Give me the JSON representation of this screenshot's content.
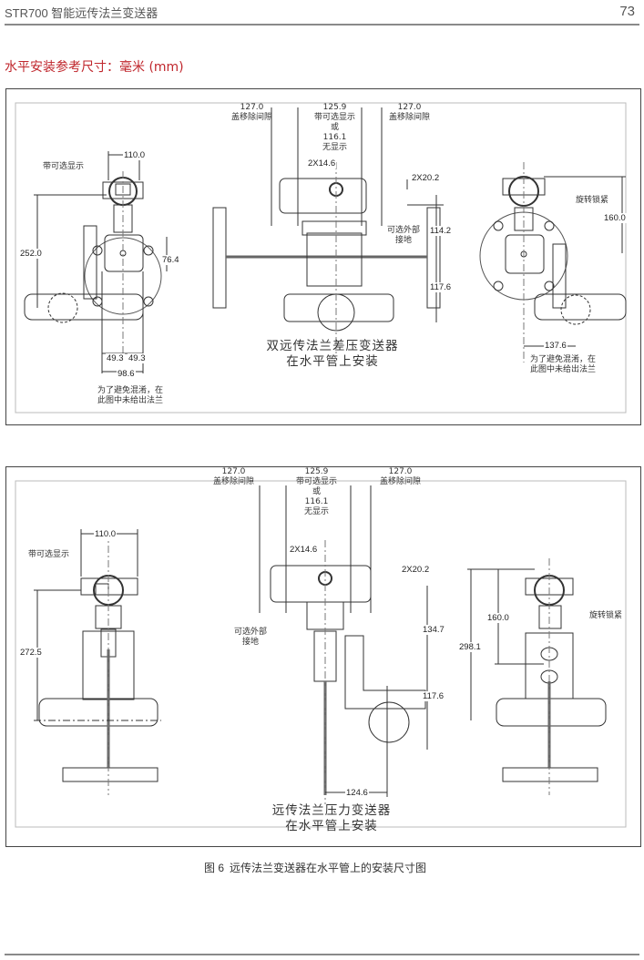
{
  "header": {
    "title": "STR700 智能远传法兰变送器",
    "page_number": "73"
  },
  "section_title": "水平安装参考尺寸：毫米 (mm)",
  "figure1": {
    "caption_line1": "双远传法兰差压变送器",
    "caption_line2": "在水平管上安装",
    "left_view": {
      "width_dim": "110.0",
      "display_note": "带可选显示",
      "height_dim": "252.0",
      "flange_dim": "76.4",
      "half_dim_left": "49.3",
      "half_dim_right": "49.3",
      "total_dim": "98.6",
      "note_line1": "为了避免混淆，在",
      "note_line2": "此图中未给出法兰"
    },
    "center_view": {
      "cover_left_dim": "127.0",
      "cover_left_note": "盖移除间隙",
      "width_dim": "125.9",
      "width_note1": "带可选显示",
      "width_note2": "或",
      "width_alt_dim": "116.1",
      "width_note3": "无显示",
      "cover_right_dim": "127.0",
      "cover_right_note": "盖移除间隙",
      "conduit_dim": "2X14.6",
      "conduit_height_dim": "2X20.2",
      "ground_note_line1": "可选外部",
      "ground_note_line2": "接地",
      "upper_dim": "114.2",
      "lower_dim": "117.6"
    },
    "right_view": {
      "rotation_note": "旋转锁紧",
      "height_dim": "160.0",
      "offset_dim": "137.6",
      "note_line1": "为了避免混淆，在",
      "note_line2": "此图中未给出法兰"
    }
  },
  "figure2": {
    "caption_line1": "远传法兰压力变送器",
    "caption_line2": "在水平管上安装",
    "left_view": {
      "width_dim": "110.0",
      "display_note": "带可选显示",
      "height_dim": "272.5"
    },
    "center_view": {
      "cover_left_dim": "127.0",
      "cover_left_note": "盖移除间隙",
      "width_dim": "125.9",
      "width_note1": "带可选显示",
      "width_note2": "或",
      "width_alt_dim": "116.1",
      "width_note3": "无显示",
      "cover_right_dim": "127.0",
      "cover_right_note": "盖移除间隙",
      "conduit_dim": "2X14.6",
      "conduit_height_dim": "2X20.2",
      "ground_note_line1": "可选外部",
      "ground_note_line2": "接地",
      "upper_dim": "134.7",
      "lower_dim": "117.6",
      "offset_dim": "124.6"
    },
    "right_view": {
      "rotation_note": "旋转锁紧",
      "total_dim": "298.1",
      "height_dim": "160.0"
    }
  },
  "figure_caption": {
    "number": "图 6",
    "text": "远传法兰变送器在水平管上的安装尺寸图"
  }
}
